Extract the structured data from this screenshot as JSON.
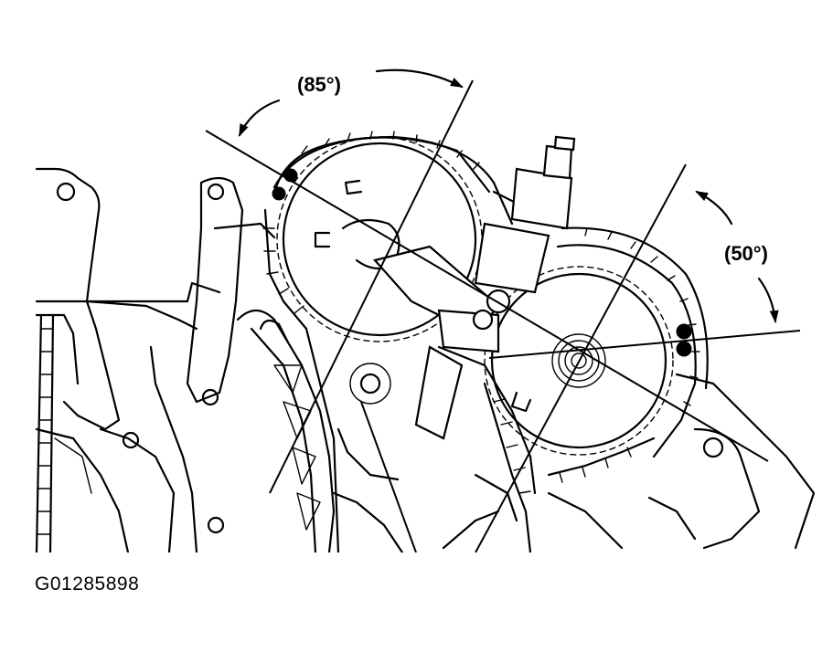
{
  "annotations": {
    "left_angle": "(85°)",
    "right_angle": "(50°)"
  },
  "figure_code": "G01285898",
  "colors": {
    "ink": "#000000",
    "paper": "#ffffff"
  }
}
